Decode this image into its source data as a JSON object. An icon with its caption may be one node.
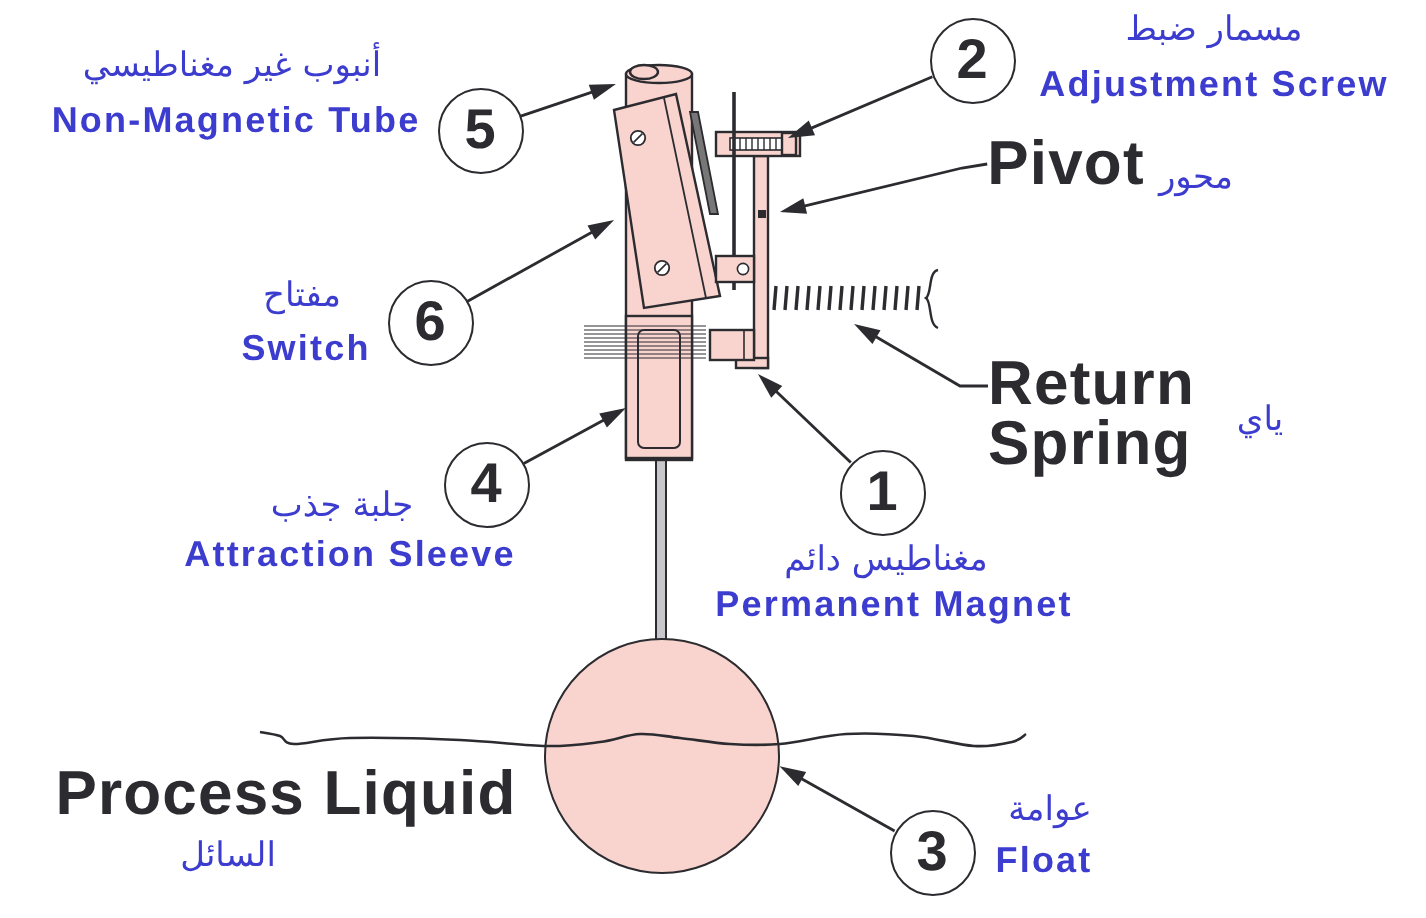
{
  "diagram": {
    "nodes": [
      {
        "text": [
          "5"
        ],
        "beside": [
          "أنبوب غير مغناطيسي",
          "Non-Magnetic Tube"
        ]
      },
      {
        "text": [
          "2"
        ],
        "beside": [
          "مسمار ضبط",
          "Adjustment Screw"
        ]
      },
      {
        "text": [
          "Pivot"
        ],
        "beside": [
          "محور"
        ]
      },
      {
        "text": [
          "6"
        ],
        "beside": [
          "مفتاح",
          "Switch"
        ]
      },
      {
        "text": [
          "Return Spring"
        ],
        "beside": [
          "ياي"
        ]
      },
      {
        "text": [
          "4"
        ],
        "beside": [
          "جلبة جذب",
          "Attraction Sleeve"
        ]
      },
      {
        "text": [
          "1"
        ],
        "beside": [
          "مغناطيس دائم",
          "Permanent Magnet"
        ]
      },
      {
        "text": [],
        "shape": "circle"
      },
      {
        "text": [
          "3"
        ],
        "beside": [
          "عوامة",
          "Float"
        ]
      }
    ],
    "edges": [
      {
        "from": 0,
        "to": null,
        "arrow": "to"
      },
      {
        "from": 1,
        "to": null,
        "arrow": "to"
      },
      {
        "from": 2,
        "to": null,
        "arrow": "to"
      },
      {
        "from": 3,
        "to": null,
        "arrow": "to"
      },
      {
        "from": 4,
        "to": null,
        "arrow": "to"
      },
      {
        "from": 5,
        "to": null,
        "arrow": "to"
      },
      {
        "from": 6,
        "to": null,
        "arrow": "to"
      },
      {
        "from": 8,
        "to": 7,
        "arrow": "to"
      }
    ],
    "labels": [
      "Process Liquid",
      "السائل"
    ]
  }
}
